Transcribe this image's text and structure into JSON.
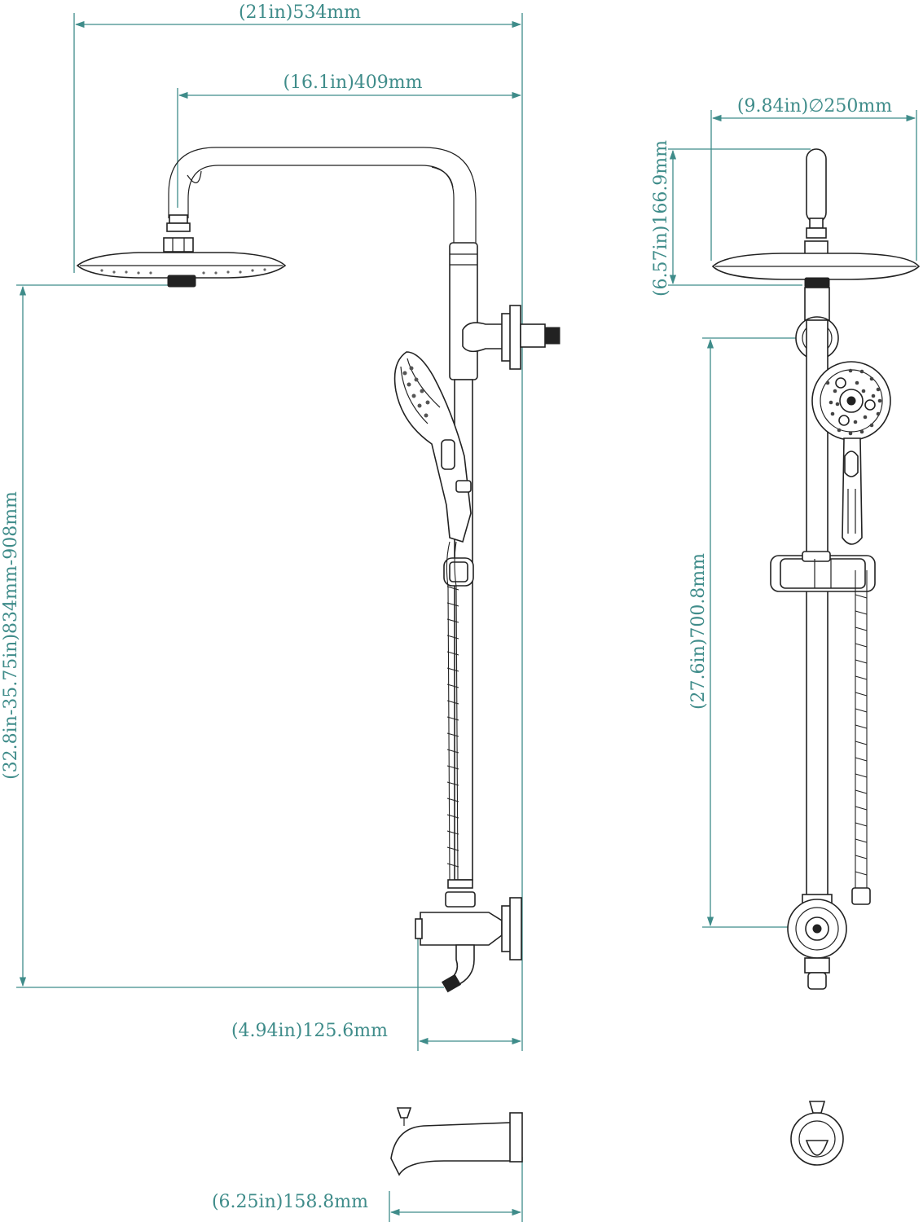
{
  "colors": {
    "dimension": "#3f8c8a",
    "line": "#222222",
    "background": "#ffffff"
  },
  "dimensions": {
    "total_width": "(21in)534mm",
    "arm_reach": "(16.1in)409mm",
    "head_diameter": "(9.84in)∅250mm",
    "head_drop": "(6.57in)166.9mm",
    "adjustable_height": "(32.8in-35.75in)834mm-908mm",
    "slide_bar_length": "(27.6in)700.8mm",
    "diverter_depth": "(4.94in)125.6mm",
    "spout_length": "(6.25in)158.8mm"
  }
}
